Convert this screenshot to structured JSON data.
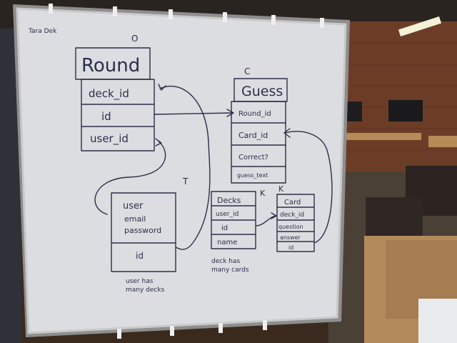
{
  "whiteboard": {
    "author_note": "Tara Dek",
    "round_table": {
      "marker": "O",
      "title": "Round",
      "fields": [
        "deck_id",
        "id",
        "user_id"
      ]
    },
    "guess_table": {
      "marker": "C",
      "title": "Guess",
      "fields": [
        "Round_id",
        "Card_id",
        "Correct?",
        "guess_text"
      ]
    },
    "user_table": {
      "marker": "T",
      "title": "user",
      "fields": [
        "email",
        "password",
        "id"
      ],
      "note": "user has many decks"
    },
    "decks_table": {
      "marker": "K",
      "title": "Decks",
      "fields": [
        "user_id",
        "id",
        "name"
      ],
      "note": "deck has many cards"
    },
    "card_table": {
      "marker": "K",
      "title": "Card",
      "fields": [
        "deck_id",
        "question",
        "answer",
        "id"
      ]
    }
  },
  "colors": {
    "marker_ink": "#2b2f4a",
    "board": "#dcdde0",
    "frame": "#9a9a9a",
    "brick": "#6b3d27"
  }
}
